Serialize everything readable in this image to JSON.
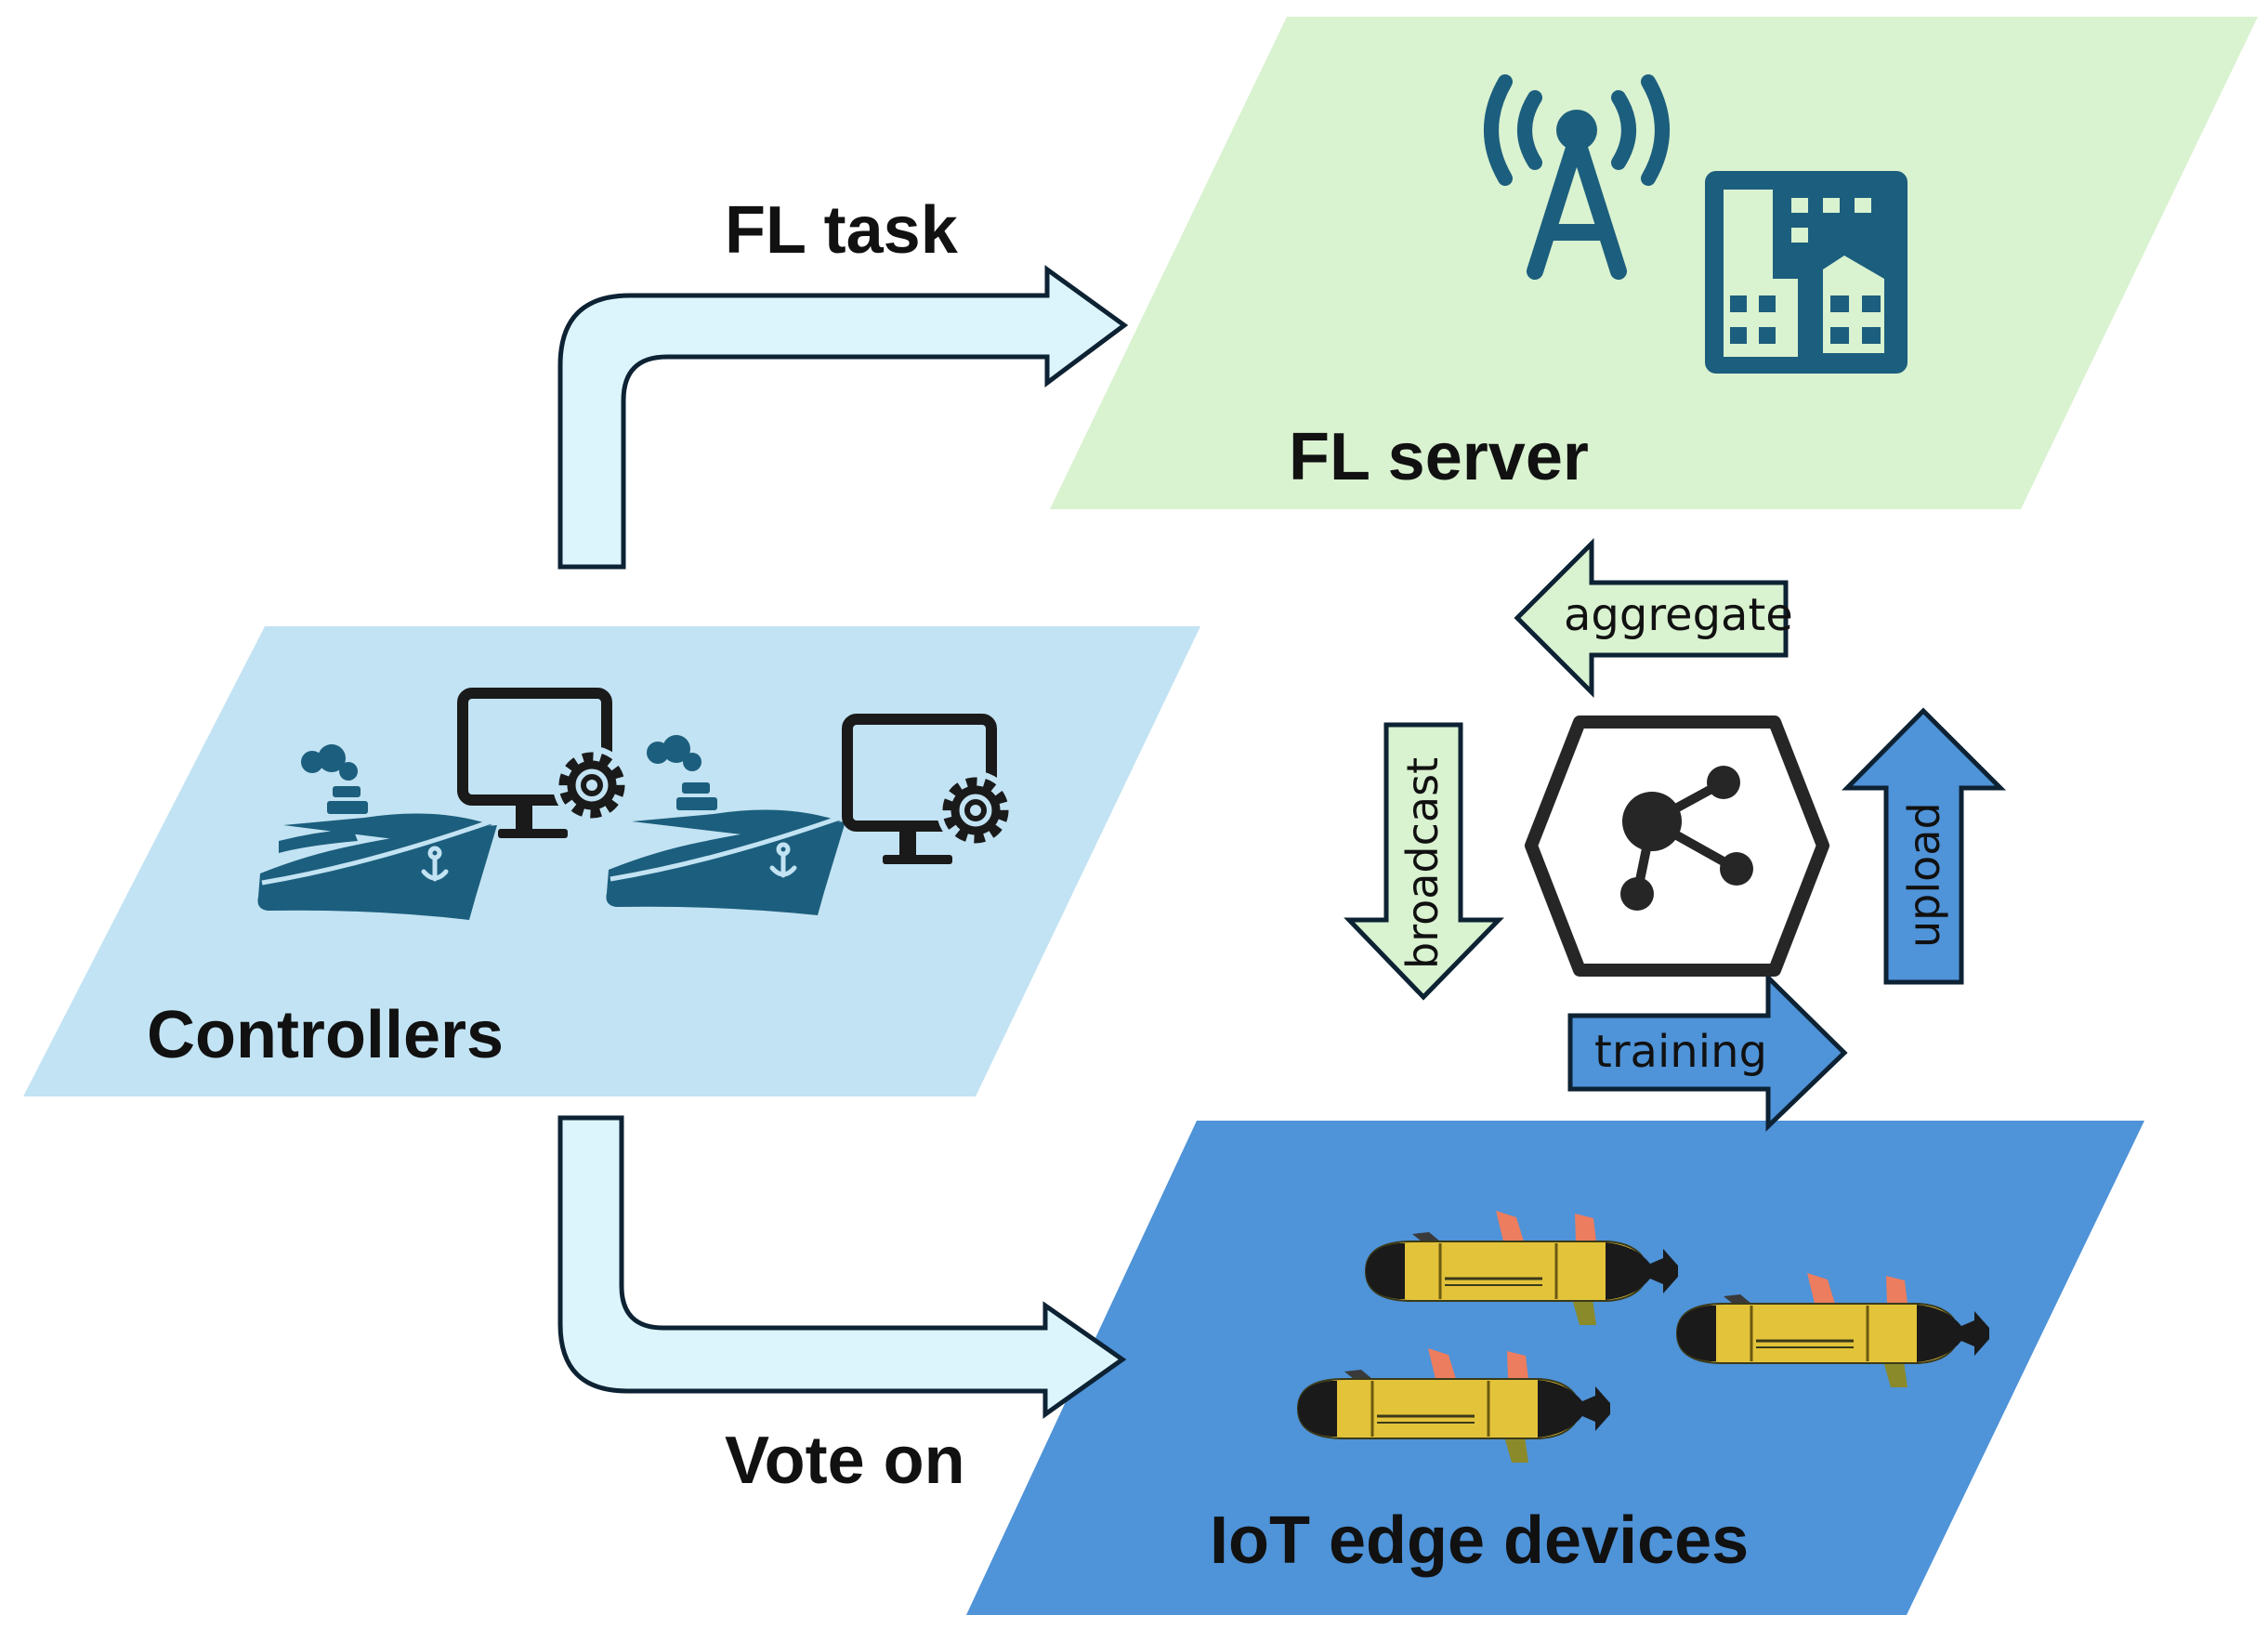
{
  "labels": {
    "fl_task": "FL task",
    "fl_server": "FL server",
    "controllers": "Controllers",
    "vote_on": "Vote on",
    "iot_edge_devices": "IoT edge devices",
    "aggregate": "aggregate",
    "broadcast": "broadcast",
    "upload": "upload",
    "training": "training"
  },
  "icons": {
    "server": [
      "radio-tower-icon",
      "building-icon"
    ],
    "controllers": [
      "ship-icon",
      "monitor-gear-icon"
    ],
    "devices": [
      "underwater-drone-icon"
    ],
    "hub": "network-hexagon-icon"
  },
  "colors": {
    "server_panel": "#d9f2d0",
    "controllers_panel": "#c2e3f3",
    "devices_panel": "#4f93d8",
    "icon_dark": "#1c5e7d",
    "light_arrow": "#dcf5fd",
    "green_arrow": "#d9f2d0",
    "blue_arrow": "#4f93d8",
    "drone_yellow": "#e3c33a",
    "drone_fin": "#ec7d5f"
  }
}
